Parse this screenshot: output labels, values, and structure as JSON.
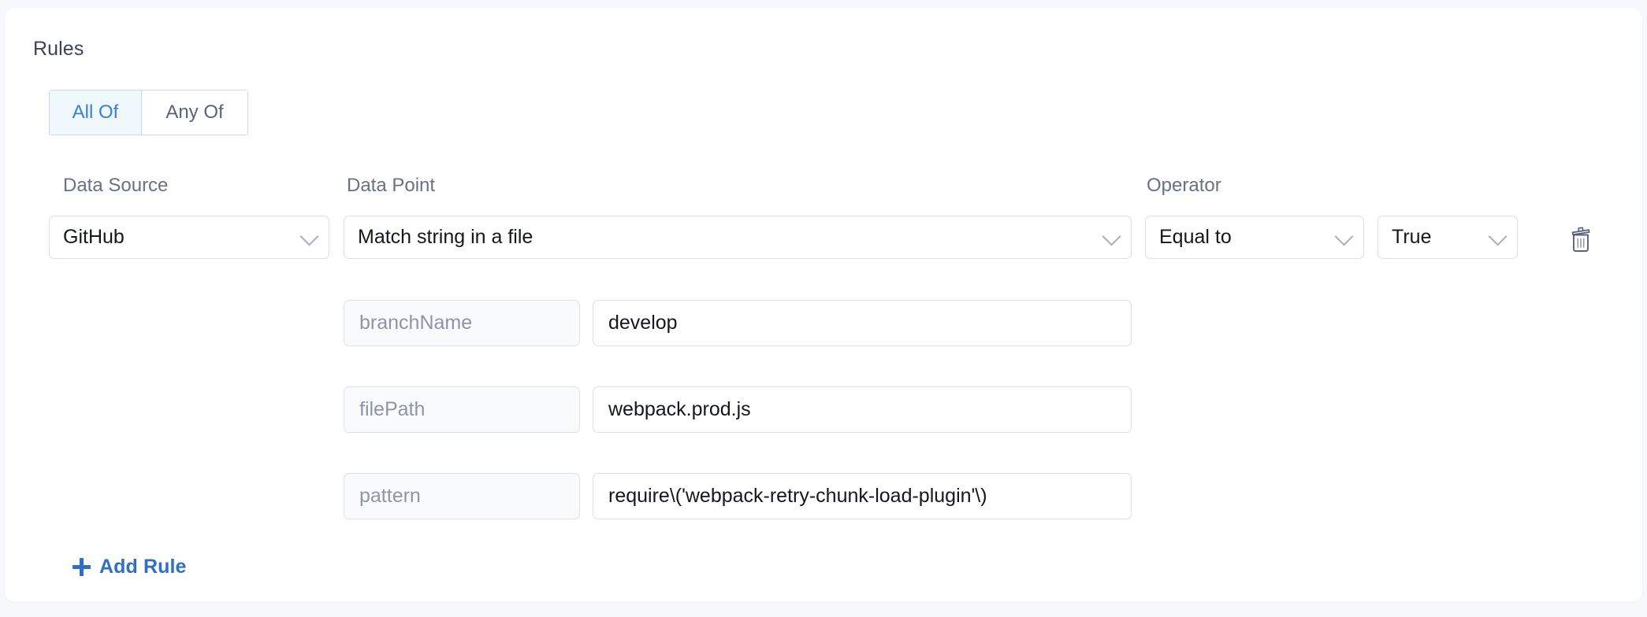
{
  "section": {
    "title": "Rules"
  },
  "match_mode": {
    "options": [
      {
        "label": "All Of",
        "active": true
      },
      {
        "label": "Any Of",
        "active": false
      }
    ]
  },
  "columns": {
    "data_source_label": "Data Source",
    "data_point_label": "Data Point",
    "operator_label": "Operator"
  },
  "rule": {
    "data_source": "GitHub",
    "data_point": "Match string in a file",
    "operator": "Equal to",
    "operator_value": "True",
    "delete_icon": "trash-icon",
    "chevron_icon": "chevron-down-icon",
    "params": [
      {
        "name": "branchName",
        "value": "develop"
      },
      {
        "name": "filePath",
        "value": "webpack.prod.js"
      },
      {
        "name": "pattern",
        "value": "require\\('webpack-retry-chunk-load-plugin'\\)"
      }
    ]
  },
  "actions": {
    "add_rule_label": "Add Rule",
    "add_rule_icon": "plus-icon"
  },
  "colors": {
    "accent_blue": "#2f6fc4",
    "toggle_active_bg": "#eef8fd",
    "toggle_active_text": "#3b7fd4",
    "label_gray": "#6a7186",
    "border": "#dcdfe9",
    "param_name_bg": "#f9fafc",
    "page_bg": "#f7f8fc"
  }
}
